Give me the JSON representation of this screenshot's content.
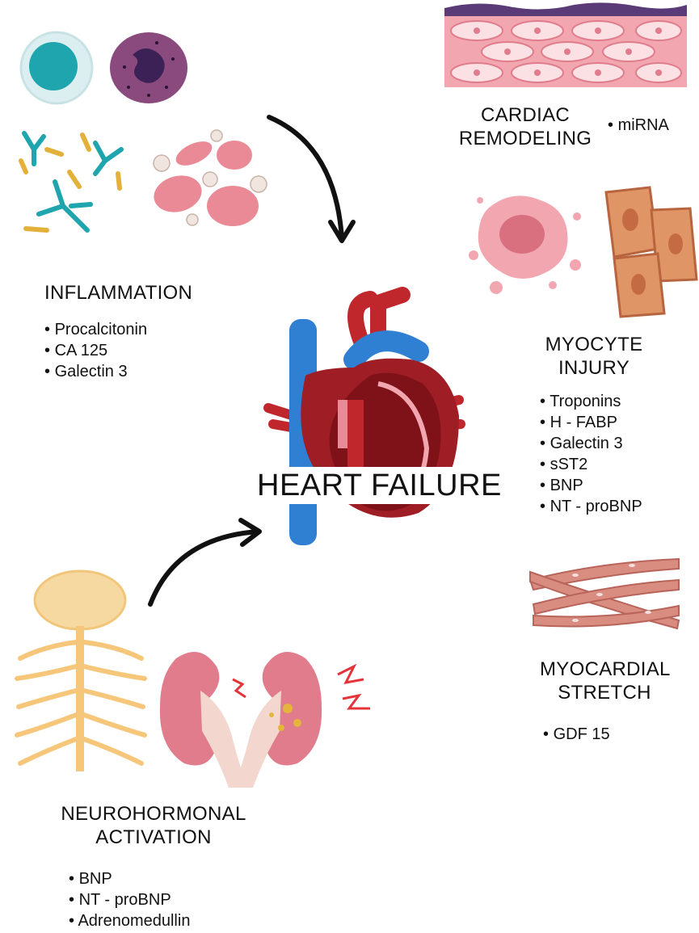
{
  "center": {
    "title": "HEART FAILURE"
  },
  "inflammation": {
    "title": "INFLAMMATION",
    "markers": [
      "Procalcitonin",
      "CA 125",
      "Galectin 3"
    ]
  },
  "cardiac_remodeling": {
    "title_line1": "CARDIAC",
    "title_line2": "REMODELING",
    "markers": [
      "miRNA"
    ]
  },
  "myocyte_injury": {
    "title_line1": "MYOCYTE",
    "title_line2": "INJURY",
    "markers": [
      "Troponins",
      "H - FABP",
      "Galectin 3",
      "sST2",
      "BNP",
      "NT - proBNP"
    ]
  },
  "myocardial_stretch": {
    "title_line1": "MYOCARDIAL",
    "title_line2": "STRETCH",
    "markers": [
      "GDF 15"
    ]
  },
  "neurohormonal_activation": {
    "title_line1": "NEUROHORMONAL",
    "title_line2": "ACTIVATION",
    "markers": [
      "BNP",
      "NT - proBNP",
      "Adrenomedullin"
    ]
  },
  "colors": {
    "heart_red": "#b8242a",
    "vessel_blue": "#2f7fd3",
    "tissue_pink": "#f2a7b0",
    "nerve_yellow": "#f6c77a",
    "cell_teal": "#1fa5ad",
    "arrow": "#111111"
  }
}
